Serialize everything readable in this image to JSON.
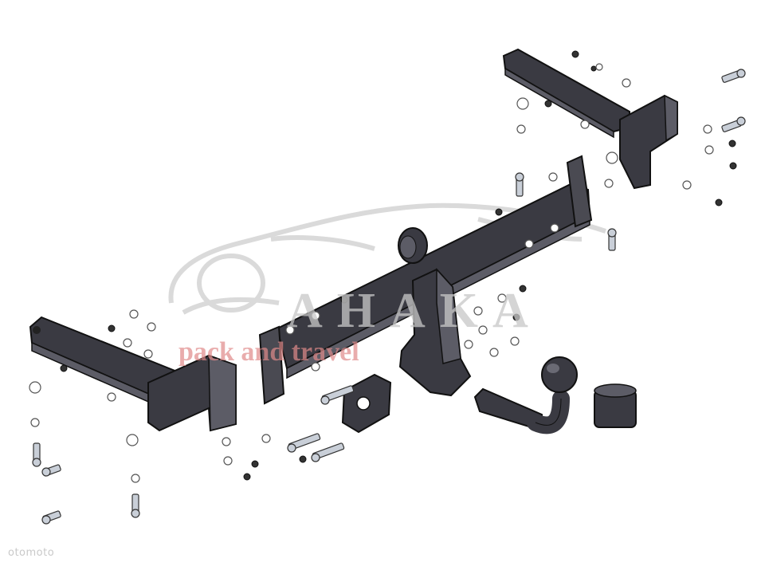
{
  "watermark": {
    "brand_text": "AHAKA",
    "tagline": "pack and travel",
    "brand_color": "#c8c8c8",
    "tagline_color": "#e08a8a"
  },
  "corner_watermark": {
    "text": "otomoto"
  },
  "colors": {
    "steel": "#3a3a42",
    "steel_light": "#5c5c66",
    "outline": "#111111",
    "washer": "#9a9a9a",
    "bolt": "#c9cfd8"
  },
  "icons": {
    "drive_hint": "hitch-exploded-diagram"
  }
}
